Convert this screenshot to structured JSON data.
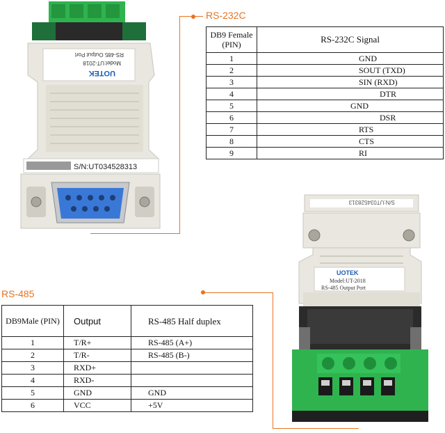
{
  "labels": {
    "rs232": "RS-232C",
    "rs485": "RS-485"
  },
  "colors": {
    "accent": "#e8731f",
    "terminal_green": "#2fb34f",
    "db9_blue": "#3a78d8",
    "body_gray": "#e9e7df"
  },
  "device1": {
    "brand": "UOTEK",
    "model": "Model:UT-2018",
    "port": "RS-485 Output Port",
    "serial": "S/N:UT034528313"
  },
  "device2": {
    "brand": "UOTEK",
    "model": "Model:UT-2018",
    "port": "RS-485 Output Port",
    "serial": "S/N:UT034528313"
  },
  "rs232_table": {
    "header_pin": "DB9 Female (PIN)",
    "header_signal": "RS-232C Signal",
    "rows": [
      {
        "pin": "1",
        "signal": "GND",
        "indent": 146
      },
      {
        "pin": "2",
        "signal": "SOUT (TXD)",
        "indent": 146
      },
      {
        "pin": "3",
        "signal": "SIN (RXD)",
        "indent": 146
      },
      {
        "pin": "4",
        "signal": "DTR",
        "indent": 176
      },
      {
        "pin": "5",
        "signal": "GND",
        "indent": 134
      },
      {
        "pin": "6",
        "signal": "DSR",
        "indent": 176
      },
      {
        "pin": "7",
        "signal": "RTS",
        "indent": 146
      },
      {
        "pin": "8",
        "signal": "CTS",
        "indent": 146
      },
      {
        "pin": "9",
        "signal": "RI",
        "indent": 146
      }
    ]
  },
  "rs485_table": {
    "header_pin": "DB9Male (PIN)",
    "header_output": "Output",
    "header_mode": "RS-485  Half duplex",
    "rows": [
      {
        "pin": "1",
        "output": "T/R+",
        "mode": "RS-485 (A+)"
      },
      {
        "pin": "2",
        "output": "T/R-",
        "mode": "RS-485 (B-)"
      },
      {
        "pin": "3",
        "output": "RXD+",
        "mode": ""
      },
      {
        "pin": "4",
        "output": "RXD-",
        "mode": ""
      },
      {
        "pin": "5",
        "output": "GND",
        "mode": "GND"
      },
      {
        "pin": "6",
        "output": "VCC",
        "mode": "+5V"
      }
    ]
  }
}
